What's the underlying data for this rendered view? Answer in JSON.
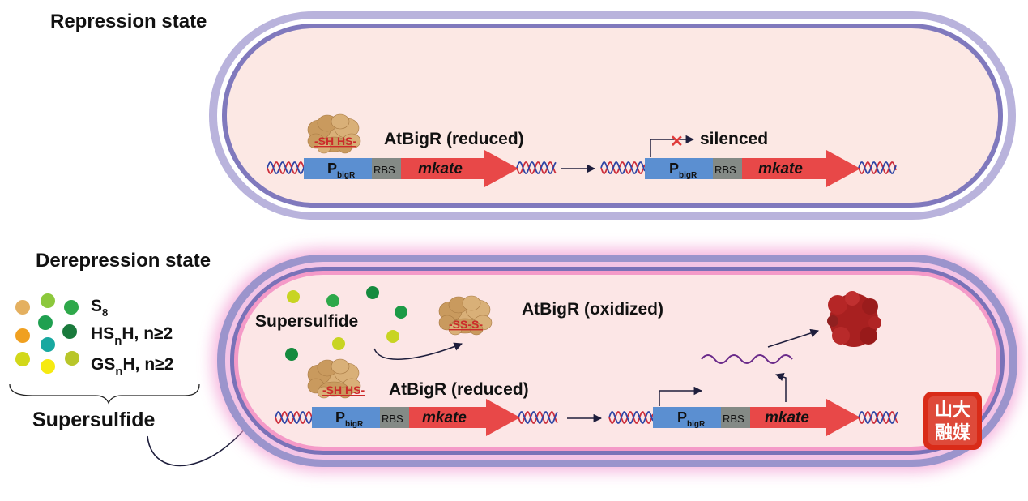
{
  "top": {
    "title": "Repression state",
    "protein_state": "AtBigR (reduced)",
    "protein_label": "-SH HS-",
    "silenced_label": "silenced",
    "promoter_main": "P",
    "promoter_sub": "bigR",
    "rbs": "RBS",
    "gene": "mkate"
  },
  "bottom": {
    "title": "Derepression state",
    "legend": {
      "items": [
        {
          "main": "S",
          "sub": "8",
          "rest": ""
        },
        {
          "main": "HS",
          "sub": "n",
          "rest": "H, n≥2"
        },
        {
          "main": "GS",
          "sub": "n",
          "rest": "H, n≥2"
        }
      ],
      "group_label": "Supersulfide"
    },
    "cell_supersulfide_label": "Supersulfide",
    "oxidized_state": "AtBigR (oxidized)",
    "oxidized_label": "-SS-S-",
    "reduced_state": "AtBigR (reduced)",
    "reduced_label": "-SH HS-",
    "promoter_main": "P",
    "promoter_sub": "bigR",
    "rbs": "RBS",
    "gene": "mkate"
  },
  "watermark": {
    "line1": "山大",
    "line2": "融媒"
  },
  "colors": {
    "membrane_outer": "#a9a3d0",
    "membrane_inner": "#7b74b8",
    "cytoplasm": "#fce8e4",
    "glow": "#f6b6e0",
    "promoter": "#5b8fd1",
    "rbs": "#848a86",
    "gene_arrow": "#e84848",
    "dna_red": "#cc2f3c",
    "dna_blue": "#2f46a6",
    "protein": "#d9b078",
    "mkate_protein": "#a82020",
    "mrna": "#6a2a8a",
    "watermark": "#d92b18"
  }
}
